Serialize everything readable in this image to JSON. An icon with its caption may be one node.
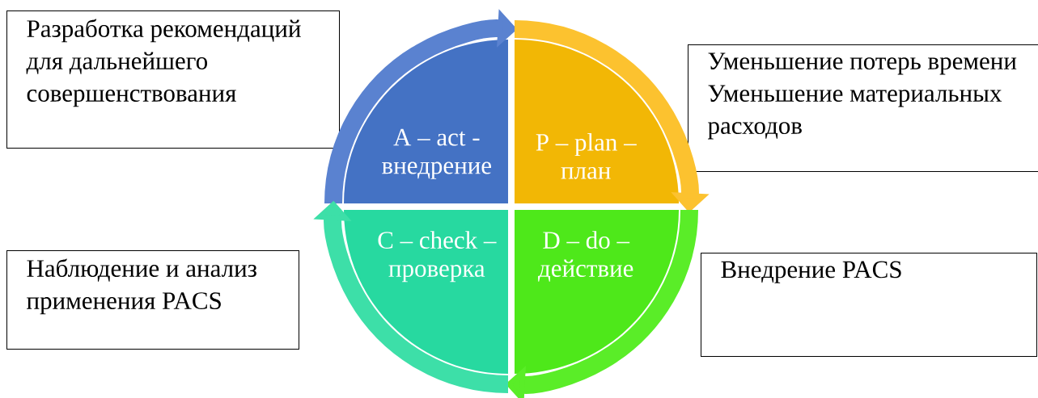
{
  "diagram": {
    "nodes": [
      {
        "text": [
          "Разработка рекомендаций для дальнейшего совершенствования"
        ]
      },
      {
        "text": [
          "A – act - внедрение"
        ]
      },
      {
        "text": [
          "P – plan – план"
        ]
      },
      {
        "text": [
          "Уменьшение потерь времени",
          "Уменьшение материальных расходов"
        ]
      },
      {
        "text": [
          "Наблюдение и анализ применения PACS"
        ]
      },
      {
        "text": [
          "C – check – проверка"
        ]
      },
      {
        "text": [
          "D – do – действие"
        ]
      },
      {
        "text": [
          "Внедрение PACS"
        ]
      }
    ],
    "edges": [
      {
        "from": 1,
        "to": 2,
        "arrow": "to",
        "color": "#5a82d0"
      },
      {
        "from": 2,
        "to": 6,
        "arrow": "to",
        "color": "#fcc22f"
      },
      {
        "from": 6,
        "to": 5,
        "arrow": "to",
        "color": "#5aed28"
      },
      {
        "from": 5,
        "to": 1,
        "arrow": "to",
        "color": "#3ddfa8"
      }
    ]
  }
}
